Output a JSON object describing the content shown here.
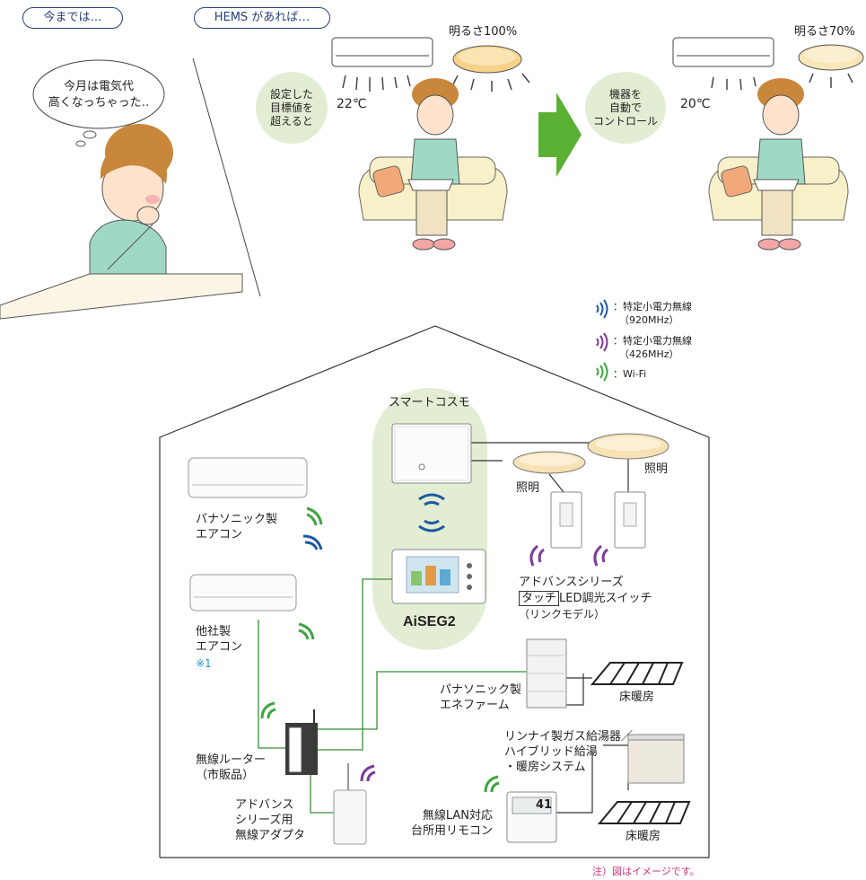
{
  "before": {
    "label": "今までは…",
    "thought": "今月は電気代\n高くなっちゃった‥"
  },
  "after": {
    "label": "HEMS があれば…",
    "step1": "設定した\n目標値を\n超えると",
    "step2": "機器を\n自動で\nコントロール",
    "brightness1": "明るさ100%",
    "brightness2": "明るさ70%",
    "temp1": "22℃",
    "temp2": "20℃"
  },
  "legend": [
    {
      "label": "特定小電力無線",
      "sub": "（920MHz）",
      "color": "#1a5aa0"
    },
    {
      "label": "特定小電力無線",
      "sub": "（426MHz）",
      "color": "#7d3a98"
    },
    {
      "label": "Wi-Fi",
      "sub": "",
      "color": "#3ea53e"
    }
  ],
  "devices": {
    "smart_cosmo": "スマートコスモ",
    "aiseg": "AiSEG2",
    "lighting1": "照明",
    "lighting2": "照明",
    "switch": "アドバンスシリーズ",
    "switch_touch": "タッチ",
    "switch_rest": "LED調光スイッチ",
    "switch_model": "（リンクモデル）",
    "pana_ac": "パナソニック製\nエアコン",
    "other_ac": "他社製\nエアコン",
    "other_ac_note": "※1",
    "router": "無線ルーター\n（市販品）",
    "adapter": "アドバンス\nシリーズ用\n無線アダプタ",
    "enefarm": "パナソニック製\nエネファーム",
    "floor_heat1": "床暖房",
    "rinnai": "リンナイ製ガス給湯器／\nハイブリッド給湯\n・暖房システム",
    "remote": "無線LAN対応\n台所用リモコン",
    "floor_heat2": "床暖房",
    "remote_display": "41"
  },
  "footnote": "注）図はイメージです。"
}
